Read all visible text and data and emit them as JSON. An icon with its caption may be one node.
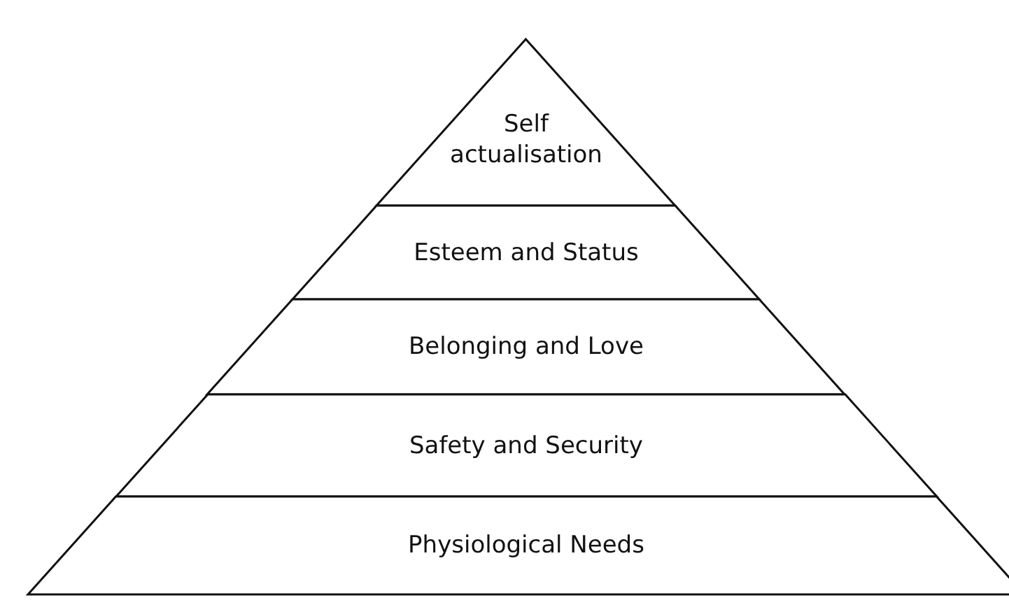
{
  "diagram": {
    "nodes": [
      {
        "text": [
          "Self actualisation"
        ]
      },
      {
        "text": [
          "Esteem and Status"
        ]
      },
      {
        "text": [
          "Belonging and Love"
        ]
      },
      {
        "text": [
          "Safety and Security"
        ]
      },
      {
        "text": [
          "Physiological Needs"
        ]
      }
    ]
  }
}
